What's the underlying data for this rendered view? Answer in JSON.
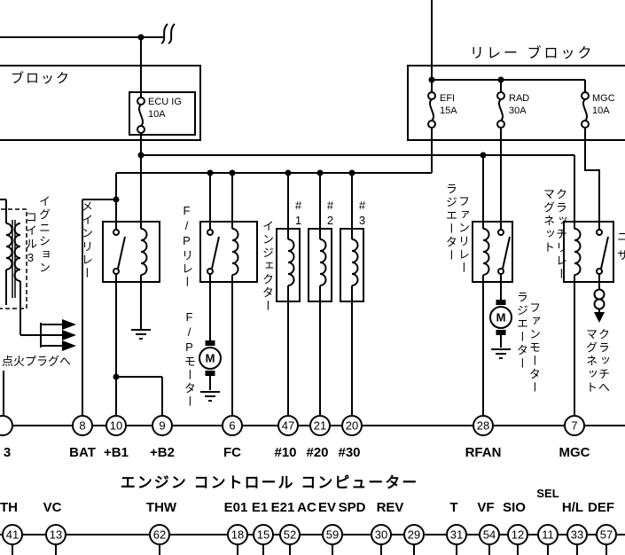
{
  "colors": {
    "ink": "#000000",
    "background": "#ffffff"
  },
  "junction_block": {
    "label": "ブロック",
    "fuse": {
      "name": "ECU IG",
      "rating": "10A"
    }
  },
  "relay_block": {
    "label": "リレー ブロック",
    "fuses": [
      {
        "name": "EFI",
        "rating": "15A"
      },
      {
        "name": "RAD",
        "rating": "30A"
      },
      {
        "name": "MGC",
        "rating": "10A"
      }
    ]
  },
  "components": {
    "ignition_coil_col1": "イグニション",
    "ignition_coil_col2": "コイル3",
    "to_spark_plugs": "点火プラグへ",
    "main_relay": "メインリレー",
    "fp_relay": "F/Pリレー",
    "injector": "インジェクター",
    "injector_numbers": [
      "#1",
      "#2",
      "#3"
    ],
    "fp_motor": "F/Pモーター",
    "motor_letter": "M",
    "radiator_fan_relay_col1": "ラジエーター",
    "radiator_fan_relay_col2": "ファンリレー",
    "radiator_fan_motor_col1": "ラジエーター",
    "radiator_fan_motor_col2": "ファンモーター",
    "magnet_clutch_relay_col1": "マグネット",
    "magnet_clutch_relay_col2": "クラッチリレー",
    "right_edge_cut_text": "ニサ",
    "magnet_clutch_col1": "マグネット",
    "magnet_clutch_col2": "クラッチへ"
  },
  "ecu": {
    "title": "エンジン コントロール コンピューター",
    "sel_label": "SEL",
    "row1_pins": [
      "",
      "8",
      "10",
      "9",
      "6",
      "47",
      "21",
      "20",
      "28",
      "7"
    ],
    "row1_labels": [
      "3",
      "BAT",
      "+B1",
      "+B2",
      "FC",
      "#10",
      "#20",
      "#30",
      "RFAN",
      "MGC"
    ],
    "row2_pins": [
      "41",
      "13",
      "62",
      "18",
      "15",
      "52",
      "59",
      "30",
      "29",
      "31",
      "54",
      "12",
      "11",
      "33",
      "57"
    ],
    "row2_labels": [
      "TH",
      "VC",
      "THW",
      "E01",
      "E1",
      "E21",
      "AC",
      "EV",
      "SPD",
      "REV",
      "T",
      "VF",
      "SIO",
      "H/L",
      "DEF"
    ]
  }
}
